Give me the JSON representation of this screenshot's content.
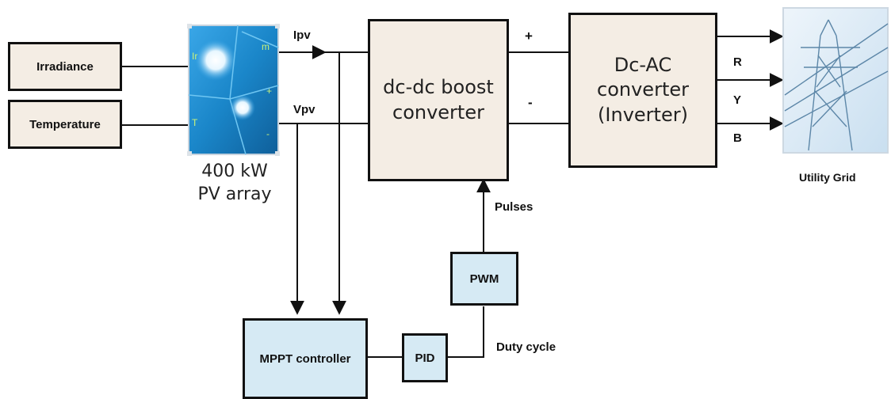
{
  "inputs": {
    "irradiance": "Irradiance",
    "temperature": "Temperature"
  },
  "pv_array": {
    "label": "400 kW\nPV array",
    "port_ir": "Ir",
    "port_t": "T",
    "port_m": "m",
    "port_plus": "+",
    "port_minus": "-"
  },
  "signals": {
    "ipv": "Ipv",
    "vpv": "Vpv",
    "plus": "+",
    "minus": "-",
    "pulses": "Pulses",
    "duty_cycle": "Duty cycle",
    "phase_r": "R",
    "phase_y": "Y",
    "phase_b": "B"
  },
  "blocks": {
    "boost": "dc-dc boost\nconverter",
    "inverter": "Dc-AC\nconverter\n(Inverter)",
    "pwm": "PWM",
    "mppt": "MPPT controller",
    "pid": "PID"
  },
  "grid": {
    "label": "Utility Grid"
  },
  "colors": {
    "beige_fill": "#f4ede4",
    "blue_fill": "#d6eaf4",
    "pv_blue": "#1e8fd0",
    "line": "#111111"
  }
}
